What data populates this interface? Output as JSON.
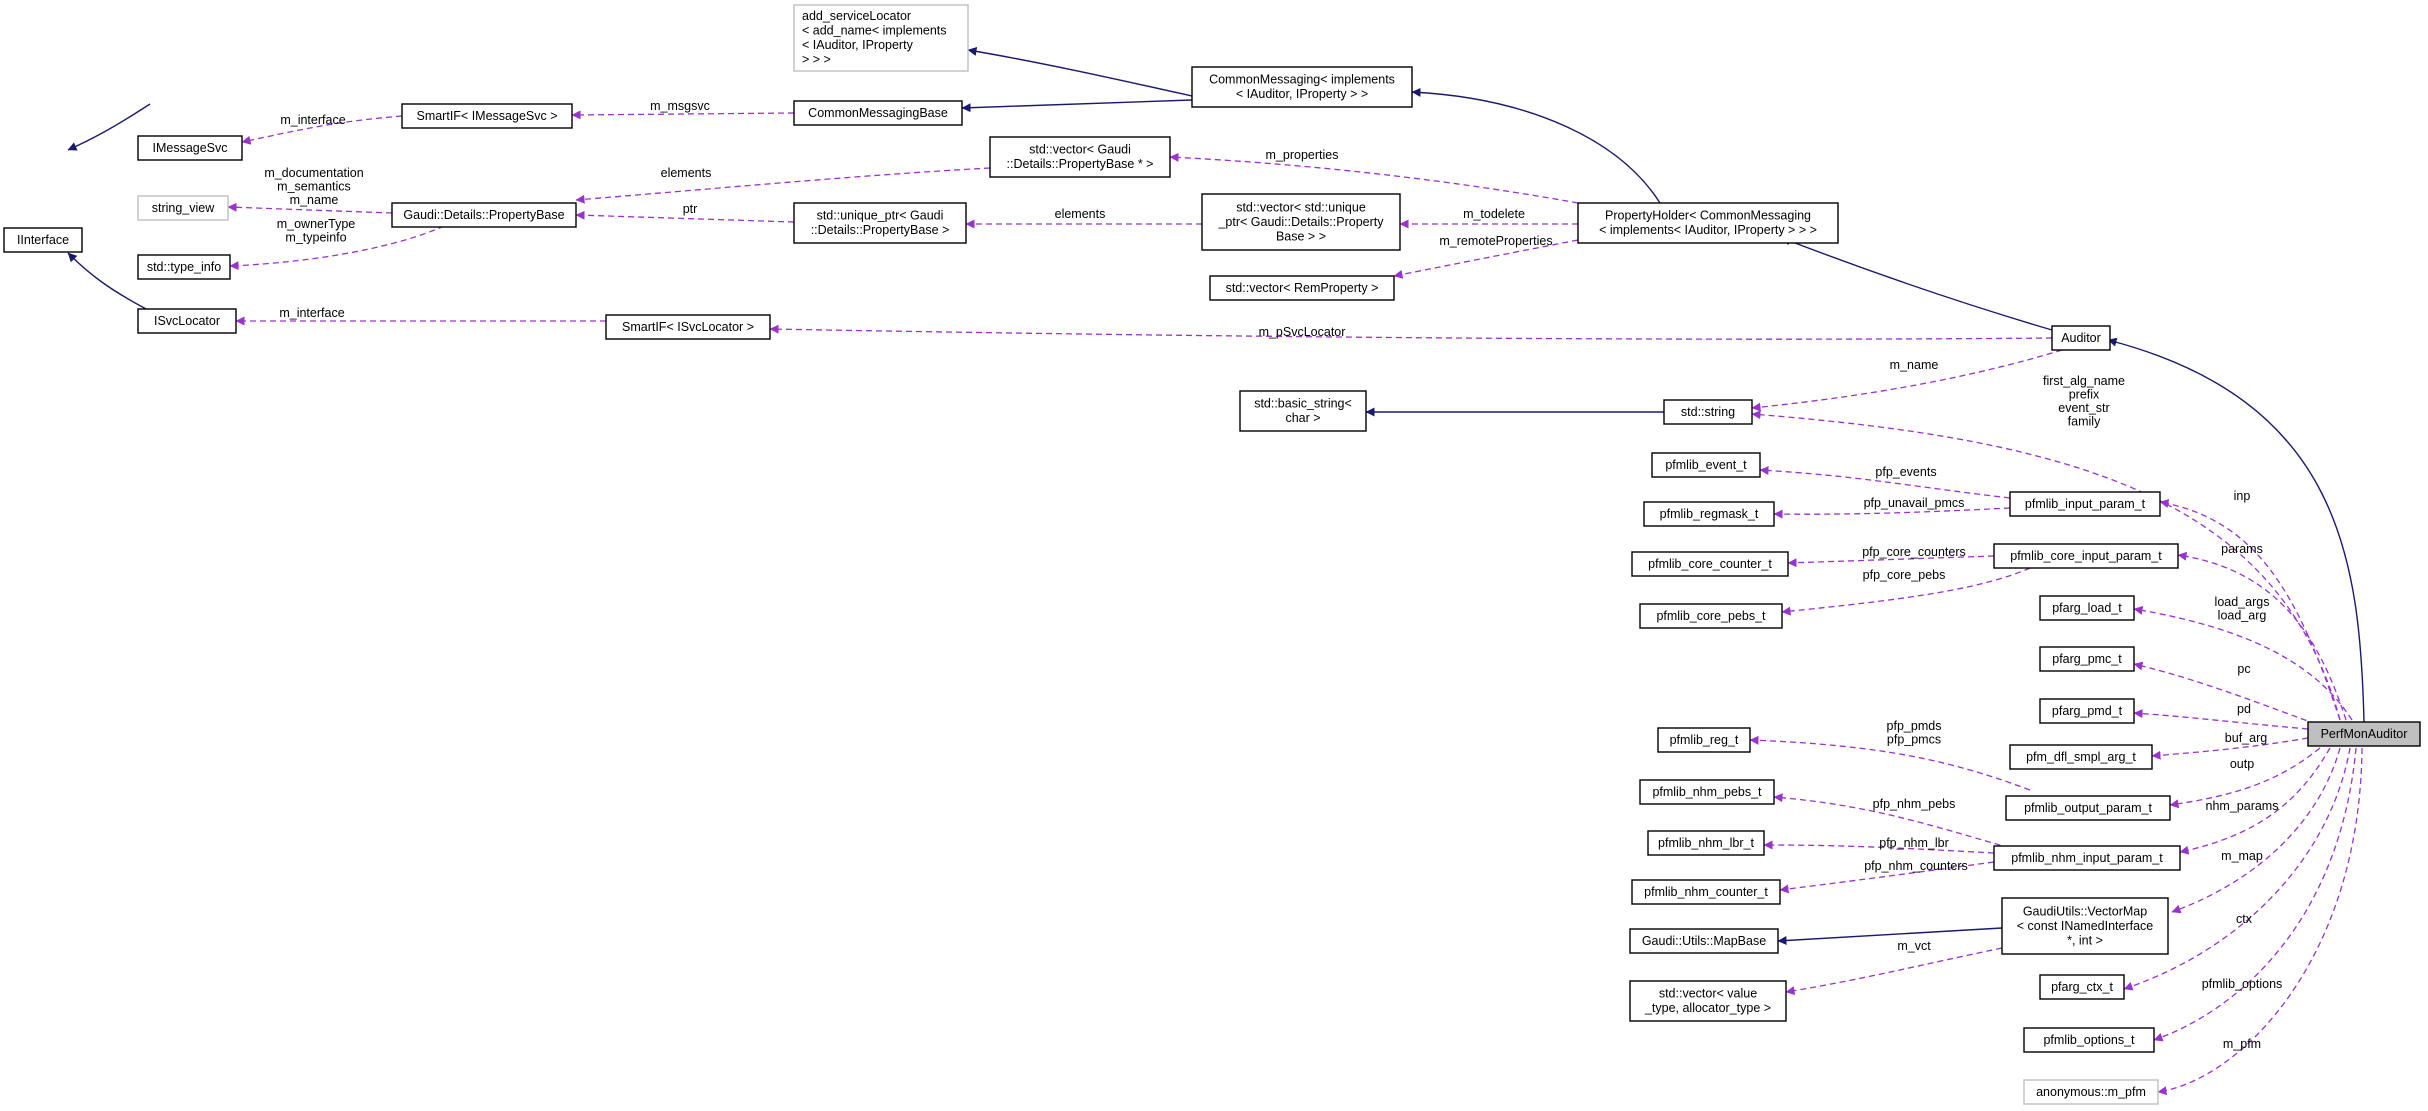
{
  "nodes": {
    "iinterface": [
      "IInterface"
    ],
    "imessagesvc": [
      "IMessageSvc"
    ],
    "isvclocator": [
      "ISvcLocator"
    ],
    "string_view": [
      "string_view"
    ],
    "type_info": [
      "std::type_info"
    ],
    "add_servicelocator": [
      "add_serviceLocator",
      "< add_name< implements",
      "< IAuditor, IProperty",
      "> > >"
    ],
    "smartif_msg": [
      "SmartIF< IMessageSvc >"
    ],
    "commonmessagingbase": [
      "CommonMessagingBase"
    ],
    "commonmessaging": [
      "CommonMessaging< implements",
      "< IAuditor, IProperty > >"
    ],
    "propertybase": [
      "Gaudi::Details::PropertyBase"
    ],
    "vector_pb": [
      "std::vector< Gaudi",
      "::Details::PropertyBase * >"
    ],
    "uniqueptr": [
      "std::unique_ptr< Gaudi",
      "::Details::PropertyBase >"
    ],
    "vector_uniqueptr": [
      "std::vector< std::unique",
      "_ptr< Gaudi::Details::Property",
      "Base > >"
    ],
    "propertyholder": [
      "PropertyHolder< CommonMessaging",
      "< implements< IAuditor, IProperty > > >"
    ],
    "vector_remprop": [
      "std::vector< RemProperty >"
    ],
    "smartif_svc": [
      "SmartIF< ISvcLocator >"
    ],
    "auditor": [
      "Auditor"
    ],
    "basic_string": [
      "std::basic_string<",
      "char >"
    ],
    "std_string": [
      "std::string"
    ],
    "pfmlib_event_t": [
      "pfmlib_event_t"
    ],
    "pfmlib_regmask_t": [
      "pfmlib_regmask_t"
    ],
    "pfmlib_input_param_t": [
      "pfmlib_input_param_t"
    ],
    "pfmlib_core_counter_t": [
      "pfmlib_core_counter_t"
    ],
    "pfmlib_core_input_param_t": [
      "pfmlib_core_input_param_t"
    ],
    "pfmlib_core_pebs_t": [
      "pfmlib_core_pebs_t"
    ],
    "pfarg_load_t": [
      "pfarg_load_t"
    ],
    "pfarg_pmc_t": [
      "pfarg_pmc_t"
    ],
    "pfarg_pmd_t": [
      "pfarg_pmd_t"
    ],
    "perfmonauditor": [
      "PerfMonAuditor"
    ],
    "pfmlib_reg_t": [
      "pfmlib_reg_t"
    ],
    "pfm_dfl_smpl_arg_t": [
      "pfm_dfl_smpl_arg_t"
    ],
    "pfmlib_output_param_t": [
      "pfmlib_output_param_t"
    ],
    "pfmlib_nhm_pebs_t": [
      "pfmlib_nhm_pebs_t"
    ],
    "pfmlib_nhm_lbr_t": [
      "pfmlib_nhm_lbr_t"
    ],
    "pfmlib_nhm_input_param_t": [
      "pfmlib_nhm_input_param_t"
    ],
    "pfmlib_nhm_counter_t": [
      "pfmlib_nhm_counter_t"
    ],
    "vectormap": [
      "GaudiUtils::VectorMap",
      "< const INamedInterface",
      "*, int >"
    ],
    "mapbase": [
      "Gaudi::Utils::MapBase"
    ],
    "std_vector_value": [
      "std::vector< value",
      "_type, allocator_type >"
    ],
    "pfarg_ctx_t": [
      "pfarg_ctx_t"
    ],
    "pfmlib_options_t": [
      "pfmlib_options_t"
    ],
    "anonymous_m_pfm": [
      "anonymous::m_pfm"
    ]
  },
  "edge_labels": {
    "m_interface_msg": [
      "m_interface"
    ],
    "m_msgsvc": [
      "m_msgsvc"
    ],
    "propertybase_members": [
      "m_documentation",
      "m_semantics",
      "m_name"
    ],
    "m_ownertype": [
      "m_ownerType",
      "m_typeinfo"
    ],
    "elements_vec": [
      "elements"
    ],
    "ptr": [
      "ptr"
    ],
    "elements_uptr": [
      "elements"
    ],
    "m_properties": [
      "m_properties"
    ],
    "m_todelete": [
      "m_todelete"
    ],
    "m_remoteproperties": [
      "m_remoteProperties"
    ],
    "m_interface_svc": [
      "m_interface"
    ],
    "m_psvclocator": [
      "m_pSvcLocator"
    ],
    "m_name": [
      "m_name"
    ],
    "string_members": [
      "first_alg_name",
      "prefix",
      "event_str",
      "family"
    ],
    "pfp_events": [
      "pfp_events"
    ],
    "pfp_unavail_pmcs": [
      "pfp_unavail_pmcs"
    ],
    "inp": [
      "inp"
    ],
    "pfp_core_counters": [
      "pfp_core_counters"
    ],
    "pfp_core_pebs": [
      "pfp_core_pebs"
    ],
    "params": [
      "params"
    ],
    "load_args": [
      "load_args",
      "load_arg"
    ],
    "pc": [
      "pc"
    ],
    "pd": [
      "pd"
    ],
    "pfp_pmds": [
      "pfp_pmds",
      "pfp_pmcs"
    ],
    "buf_arg": [
      "buf_arg"
    ],
    "outp": [
      "outp"
    ],
    "pfp_nhm_pebs": [
      "pfp_nhm_pebs"
    ],
    "pfp_nhm_lbr": [
      "pfp_nhm_lbr"
    ],
    "pfp_nhm_counters": [
      "pfp_nhm_counters"
    ],
    "nhm_params": [
      "nhm_params"
    ],
    "m_map": [
      "m_map"
    ],
    "m_vct": [
      "m_vct"
    ],
    "ctx": [
      "ctx"
    ],
    "pfmlib_options": [
      "pfmlib_options"
    ],
    "m_pfm": [
      "m_pfm"
    ]
  },
  "colors": {
    "inheritance_edge": "#191970",
    "usage_edge": "#9a32cd",
    "node_border": "#000000",
    "undocumented_node_border": "#bfbfbf",
    "focus_node_fill": "#bfbfbf"
  }
}
